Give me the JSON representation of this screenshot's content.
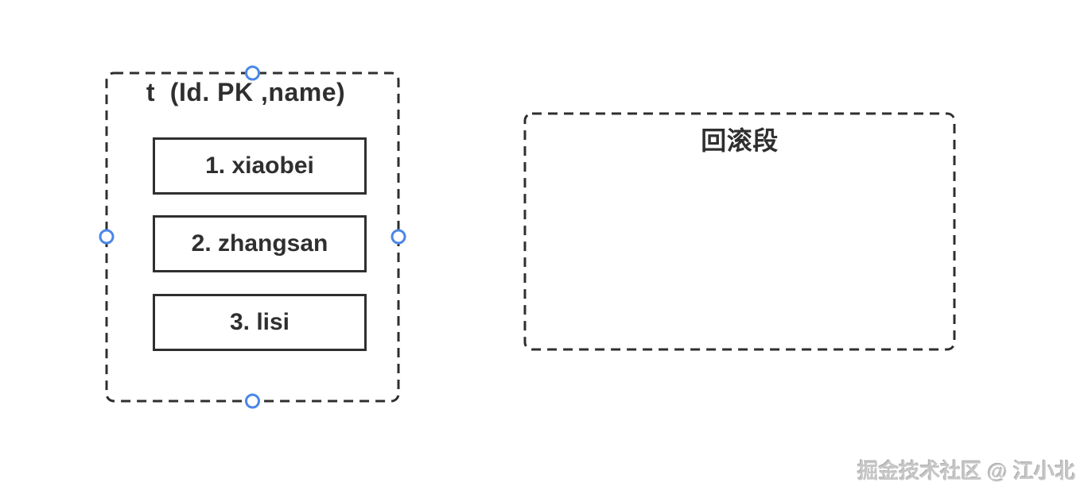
{
  "canvas": {
    "background": "#ffffff"
  },
  "table_shape": {
    "title": "t  (Id. PK ,name)",
    "rows": [
      {
        "label": "1. xiaobei"
      },
      {
        "label": "2. zhangsan"
      },
      {
        "label": "3. lisi"
      }
    ],
    "selected": true,
    "handles": [
      "top",
      "right",
      "bottom",
      "left"
    ]
  },
  "rollback_shape": {
    "title": "回滚段"
  },
  "watermark": {
    "text": "掘金技术社区 @ 江小北"
  },
  "colors": {
    "shape_stroke": "#2f2f2f",
    "text": "#2f2f2f",
    "handle_blue": "#4a86e8",
    "handle_fill": "#ffffff",
    "watermark_gray": "#c6c6c6"
  }
}
